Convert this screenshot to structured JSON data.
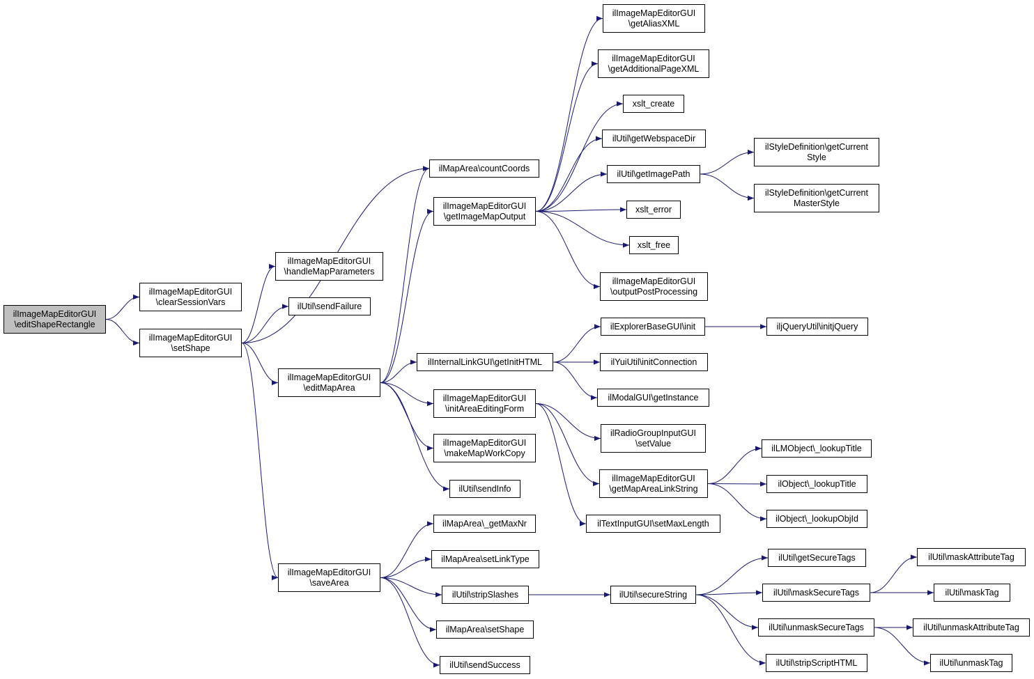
{
  "nodes": [
    {
      "id": "root",
      "label": "ilImageMapEditorGUI\n\\editShapeRectangle",
      "root": true
    },
    {
      "id": "clear",
      "label": "ilImageMapEditorGUI\n\\clearSessionVars"
    },
    {
      "id": "setShape",
      "label": "ilImageMapEditorGUI\n\\setShape"
    },
    {
      "id": "handle",
      "label": "ilImageMapEditorGUI\n\\handleMapParameters"
    },
    {
      "id": "sendFailure",
      "label": "ilUtil\\sendFailure"
    },
    {
      "id": "editMapArea",
      "label": "ilImageMapEditorGUI\n\\editMapArea"
    },
    {
      "id": "saveArea",
      "label": "ilImageMapEditorGUI\n\\saveArea"
    },
    {
      "id": "countCoords",
      "label": "ilMapArea\\countCoords"
    },
    {
      "id": "getImageMapOutput",
      "label": "ilImageMapEditorGUI\n\\getImageMapOutput"
    },
    {
      "id": "getInitHTML",
      "label": "ilInternalLinkGUI\\getInitHTML"
    },
    {
      "id": "initAreaEditingForm",
      "label": "ilImageMapEditorGUI\n\\initAreaEditingForm"
    },
    {
      "id": "makeMapWorkCopy",
      "label": "ilImageMapEditorGUI\n\\makeMapWorkCopy"
    },
    {
      "id": "sendInfo",
      "label": "ilUtil\\sendInfo"
    },
    {
      "id": "getMaxNr",
      "label": "ilMapArea\\_getMaxNr"
    },
    {
      "id": "setLinkType",
      "label": "ilMapArea\\setLinkType"
    },
    {
      "id": "stripSlashes",
      "label": "ilUtil\\stripSlashes"
    },
    {
      "id": "mapSetShape",
      "label": "ilMapArea\\setShape"
    },
    {
      "id": "sendSuccess",
      "label": "ilUtil\\sendSuccess"
    },
    {
      "id": "getAliasXML",
      "label": "ilImageMapEditorGUI\n\\getAliasXML"
    },
    {
      "id": "getAdditionalPageXML",
      "label": "ilImageMapEditorGUI\n\\getAdditionalPageXML"
    },
    {
      "id": "xslt_create",
      "label": "xslt_create"
    },
    {
      "id": "getWebspaceDir",
      "label": "ilUtil\\getWebspaceDir"
    },
    {
      "id": "getImagePath",
      "label": "ilUtil\\getImagePath"
    },
    {
      "id": "xslt_error",
      "label": "xslt_error"
    },
    {
      "id": "xslt_free",
      "label": "xslt_free"
    },
    {
      "id": "outputPostProcessing",
      "label": "ilImageMapEditorGUI\n\\outputPostProcessing"
    },
    {
      "id": "explorerInit",
      "label": "ilExplorerBaseGUI\\init"
    },
    {
      "id": "yuiInit",
      "label": "ilYuiUtil\\initConnection"
    },
    {
      "id": "modalGetInstance",
      "label": "ilModalGUI\\getInstance"
    },
    {
      "id": "radioSetValue",
      "label": "ilRadioGroupInputGUI\n\\setValue"
    },
    {
      "id": "getMapAreaLinkString",
      "label": "ilImageMapEditorGUI\n\\getMapAreaLinkString"
    },
    {
      "id": "setMaxLength",
      "label": "ilTextInputGUI\\setMaxLength"
    },
    {
      "id": "secureString",
      "label": "ilUtil\\secureString"
    },
    {
      "id": "getCurrentStyle",
      "label": "ilStyleDefinition\\getCurrent\nStyle"
    },
    {
      "id": "getCurrentMasterStyle",
      "label": "ilStyleDefinition\\getCurrent\nMasterStyle"
    },
    {
      "id": "initjQuery",
      "label": "iljQueryUtil\\initjQuery"
    },
    {
      "id": "lmLookupTitle",
      "label": "ilLMObject\\_lookupTitle"
    },
    {
      "id": "objLookupTitle",
      "label": "ilObject\\_lookupTitle"
    },
    {
      "id": "objLookupObjId",
      "label": "ilObject\\_lookupObjId"
    },
    {
      "id": "getSecureTags",
      "label": "ilUtil\\getSecureTags"
    },
    {
      "id": "maskSecureTags",
      "label": "ilUtil\\maskSecureTags"
    },
    {
      "id": "unmaskSecureTags",
      "label": "ilUtil\\unmaskSecureTags"
    },
    {
      "id": "stripScriptHTML",
      "label": "ilUtil\\stripScriptHTML"
    },
    {
      "id": "maskAttributeTag",
      "label": "ilUtil\\maskAttributeTag"
    },
    {
      "id": "maskTag",
      "label": "ilUtil\\maskTag"
    },
    {
      "id": "unmaskAttributeTag",
      "label": "ilUtil\\unmaskAttributeTag"
    },
    {
      "id": "unmaskTag",
      "label": "ilUtil\\unmaskTag"
    }
  ],
  "edges": [
    [
      "root",
      "clear"
    ],
    [
      "root",
      "setShape"
    ],
    [
      "setShape",
      "handle"
    ],
    [
      "setShape",
      "sendFailure"
    ],
    [
      "setShape",
      "editMapArea"
    ],
    [
      "setShape",
      "saveArea"
    ],
    [
      "setShape",
      "countCoords"
    ],
    [
      "editMapArea",
      "countCoords"
    ],
    [
      "editMapArea",
      "getImageMapOutput"
    ],
    [
      "editMapArea",
      "getInitHTML"
    ],
    [
      "editMapArea",
      "initAreaEditingForm"
    ],
    [
      "editMapArea",
      "makeMapWorkCopy"
    ],
    [
      "editMapArea",
      "sendInfo"
    ],
    [
      "saveArea",
      "getMaxNr"
    ],
    [
      "saveArea",
      "setLinkType"
    ],
    [
      "saveArea",
      "stripSlashes"
    ],
    [
      "saveArea",
      "mapSetShape"
    ],
    [
      "saveArea",
      "sendSuccess"
    ],
    [
      "getImageMapOutput",
      "getAliasXML"
    ],
    [
      "getImageMapOutput",
      "getAdditionalPageXML"
    ],
    [
      "getImageMapOutput",
      "xslt_create"
    ],
    [
      "getImageMapOutput",
      "getWebspaceDir"
    ],
    [
      "getImageMapOutput",
      "getImagePath"
    ],
    [
      "getImageMapOutput",
      "xslt_error"
    ],
    [
      "getImageMapOutput",
      "xslt_free"
    ],
    [
      "getImageMapOutput",
      "outputPostProcessing"
    ],
    [
      "getImagePath",
      "getCurrentStyle"
    ],
    [
      "getImagePath",
      "getCurrentMasterStyle"
    ],
    [
      "getInitHTML",
      "explorerInit"
    ],
    [
      "getInitHTML",
      "yuiInit"
    ],
    [
      "getInitHTML",
      "modalGetInstance"
    ],
    [
      "explorerInit",
      "initjQuery"
    ],
    [
      "initAreaEditingForm",
      "radioSetValue"
    ],
    [
      "initAreaEditingForm",
      "getMapAreaLinkString"
    ],
    [
      "initAreaEditingForm",
      "setMaxLength"
    ],
    [
      "getMapAreaLinkString",
      "lmLookupTitle"
    ],
    [
      "getMapAreaLinkString",
      "objLookupTitle"
    ],
    [
      "getMapAreaLinkString",
      "objLookupObjId"
    ],
    [
      "stripSlashes",
      "secureString"
    ],
    [
      "secureString",
      "getSecureTags"
    ],
    [
      "secureString",
      "maskSecureTags"
    ],
    [
      "secureString",
      "unmaskSecureTags"
    ],
    [
      "secureString",
      "stripScriptHTML"
    ],
    [
      "maskSecureTags",
      "maskAttributeTag"
    ],
    [
      "maskSecureTags",
      "maskTag"
    ],
    [
      "unmaskSecureTags",
      "unmaskAttributeTag"
    ],
    [
      "unmaskSecureTags",
      "unmaskTag"
    ]
  ],
  "colors": {
    "edge": "#191970",
    "root_fill": "#bfbfbf",
    "node_fill": "#ffffff",
    "border": "#000000"
  }
}
